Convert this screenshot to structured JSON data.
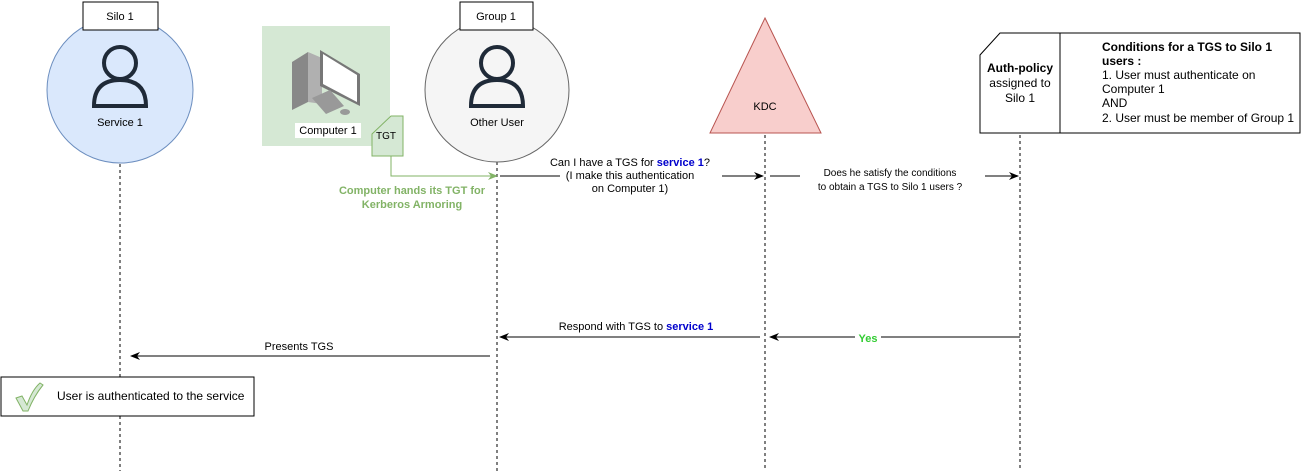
{
  "actors": {
    "service": {
      "box_label": "Silo 1",
      "name": "Service 1"
    },
    "user": {
      "box_label": "Group 1",
      "name": "Other User"
    },
    "computer": {
      "name": "Computer 1",
      "ticket": "TGT"
    },
    "kdc": {
      "name": "KDC"
    },
    "policy": {
      "name_line1": "Auth-policy",
      "name_line2": "assigned to",
      "name_line3": "Silo 1",
      "cond_title1": "Conditions for a TGS to Silo 1",
      "cond_title2": "users :",
      "cond_line1": "1. User must authenticate on",
      "cond_line2": "Computer 1",
      "cond_line3": "AND",
      "cond_line4": "2. User must be member of Group 1"
    }
  },
  "messages": {
    "armoring_line1": "Computer hands its TGT for",
    "armoring_line2": "Kerberos Armoring",
    "request_prefix": "Can I have a TGS for ",
    "request_service": "service 1",
    "request_suffix": "?",
    "request_line2": "(I make this authentication",
    "request_line3": "on Computer 1)",
    "check_line1": "Does he satisfy the conditions",
    "check_line2": "to obtain a TGS to Silo 1 users ?",
    "yes": "Yes",
    "respond_prefix": "Respond with TGS to ",
    "respond_service": "service 1",
    "present": "Presents TGS"
  },
  "result": {
    "text": "User is authenticated to the service",
    "icon": "checkmark-icon"
  },
  "colors": {
    "service_fill": "#dae8fc",
    "computer_fill": "#d5e8d4",
    "kdc_fill": "#f8cecc",
    "armoring": "#82b366"
  }
}
